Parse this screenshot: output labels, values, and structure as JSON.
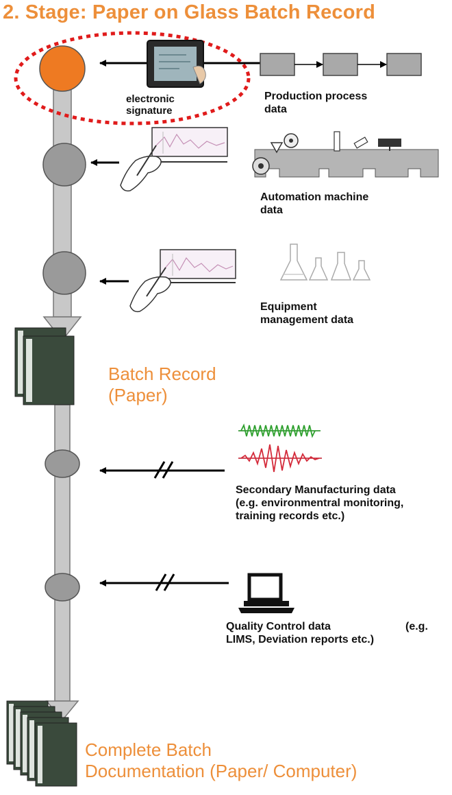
{
  "title": "2. Stage: Paper on Glass Batch Record",
  "sources": {
    "production": {
      "line1": "Production process",
      "line2": "data"
    },
    "automation": {
      "line1": "Automation machine",
      "line2": "data"
    },
    "equipment": {
      "line1": "Equipment",
      "line2": "management  data"
    },
    "secondary": {
      "line1": "Secondary  Manufacturing data",
      "line2": "(e.g. environmentral monitoring,",
      "line3": "training records etc.)"
    },
    "quality": {
      "line1": "Quality  Control data",
      "line1_right": "(e.g.",
      "line2": "LIMS, Deviation reports etc.)"
    }
  },
  "signature": {
    "line1": "electronic",
    "line2": "signature"
  },
  "batch_record": {
    "line1": "Batch Record",
    "line2": "(Paper)"
  },
  "complete": {
    "line1": "Complete Batch",
    "line2": "Documentation  (Paper/ Computer)"
  },
  "colors": {
    "accent": "#ed8f3a",
    "pipe": "#c8c8c8",
    "node": "#9a9a9a",
    "signature_ring": "#e01b1b",
    "binder": "#3a4a3c"
  }
}
